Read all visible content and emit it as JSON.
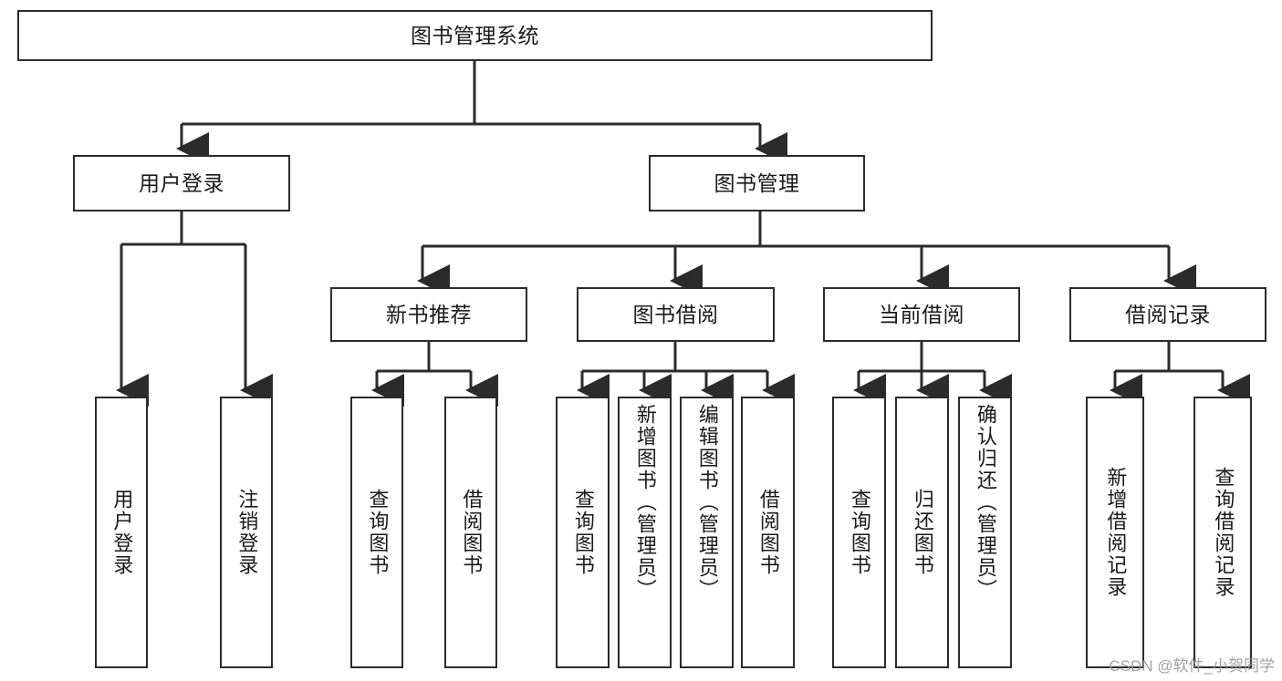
{
  "diagram": {
    "title": "图书管理系统",
    "type": "tree",
    "style": {
      "box_border": "#2b2b2b",
      "box_fill": "#ffffff",
      "line": "#2b2b2b",
      "text": "#1a1a1a",
      "background": "#ffffff"
    },
    "root": {
      "id": "root",
      "label": "图书管理系统"
    },
    "level2": [
      {
        "id": "user-login",
        "label": "用户登录"
      },
      {
        "id": "book-manage",
        "label": "图书管理"
      }
    ],
    "level3": [
      {
        "id": "new-book-rec",
        "label": "新书推荐"
      },
      {
        "id": "book-borrow",
        "label": "图书借阅"
      },
      {
        "id": "current-borrow",
        "label": "当前借阅"
      },
      {
        "id": "borrow-record",
        "label": "借阅记录"
      }
    ],
    "leaves": {
      "user_login": [
        {
          "id": "leaf-user-login",
          "label": "用户登录"
        },
        {
          "id": "leaf-logout",
          "label": "注销登录"
        }
      ],
      "new_book_rec": [
        {
          "id": "leaf-query-book-1",
          "label": "查询图书"
        },
        {
          "id": "leaf-borrow-book-1",
          "label": "借阅图书"
        }
      ],
      "book_borrow": [
        {
          "id": "leaf-query-book-2",
          "label": "查询图书"
        },
        {
          "id": "leaf-add-book",
          "label": "新增图书（管理员）"
        },
        {
          "id": "leaf-edit-book",
          "label": "编辑图书（管理员）"
        },
        {
          "id": "leaf-borrow-book-2",
          "label": "借阅图书"
        }
      ],
      "current_borrow": [
        {
          "id": "leaf-query-book-3",
          "label": "查询图书"
        },
        {
          "id": "leaf-return-book",
          "label": "归还图书"
        },
        {
          "id": "leaf-confirm-return",
          "label": "确认归还（管理员）"
        }
      ],
      "borrow_record": [
        {
          "id": "leaf-add-record",
          "label": "新增借阅记录"
        },
        {
          "id": "leaf-query-record",
          "label": "查询借阅记录"
        }
      ]
    }
  },
  "watermark": {
    "text": "CSDN @软件_小贺同学"
  }
}
